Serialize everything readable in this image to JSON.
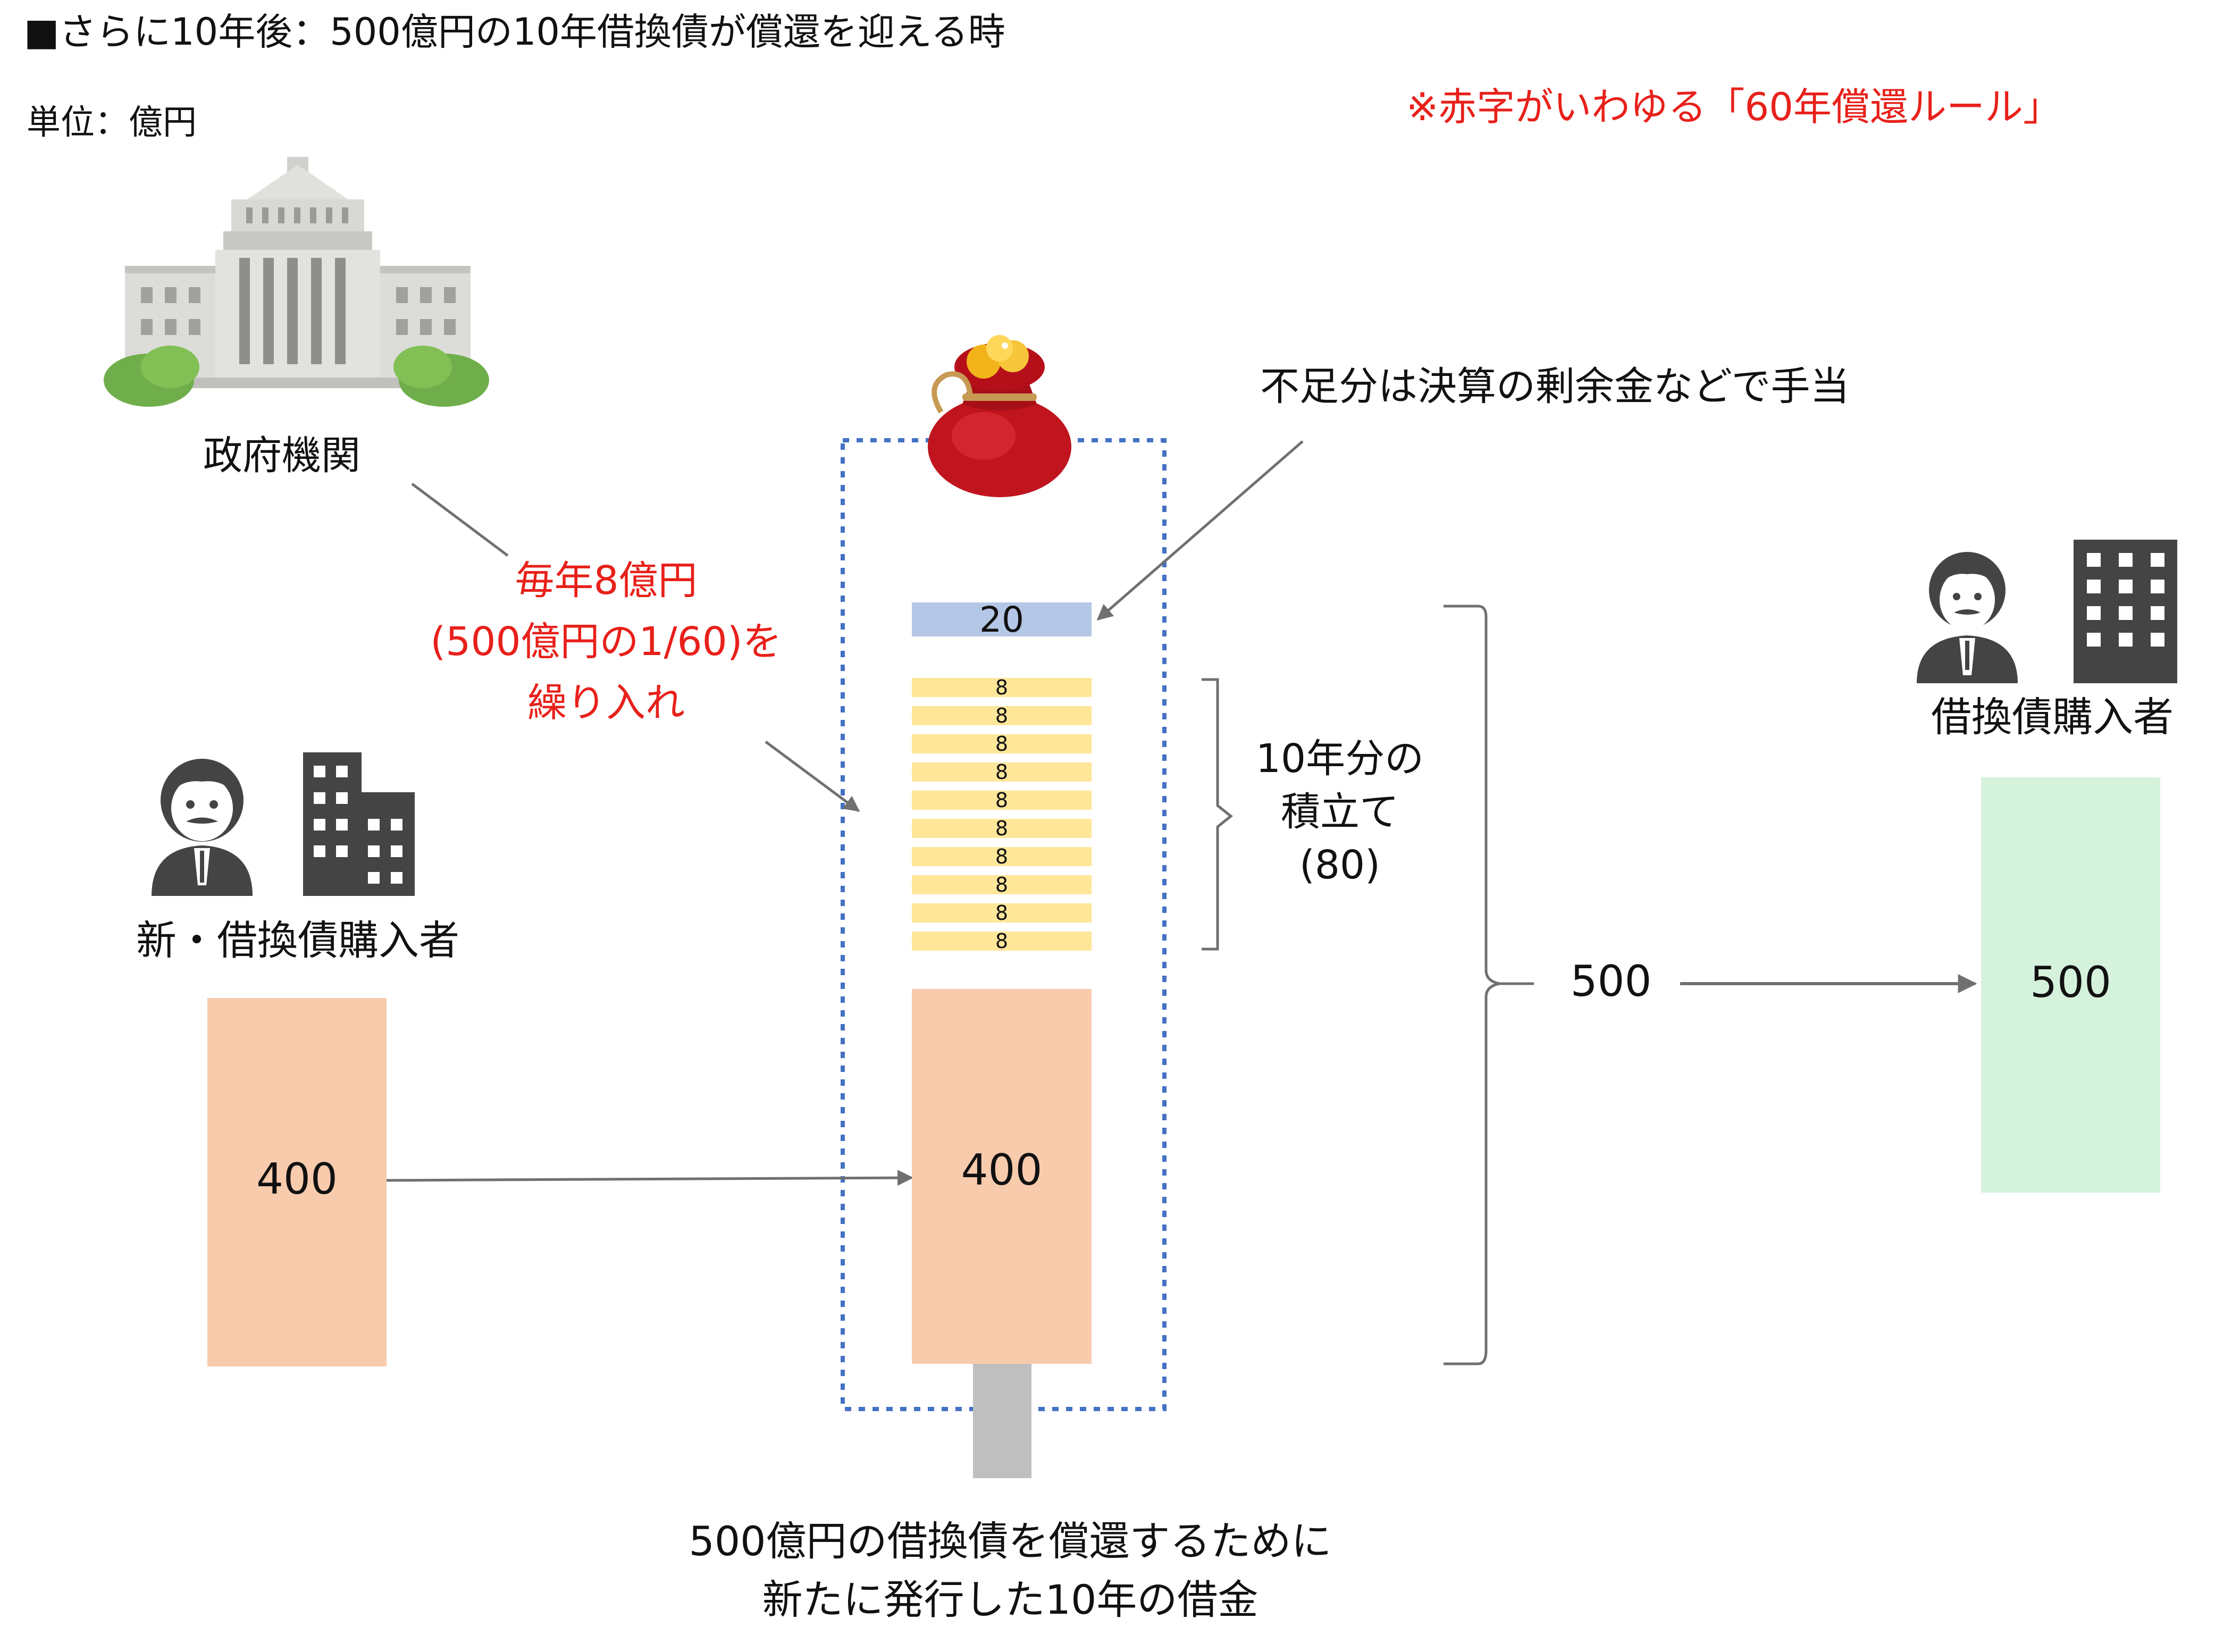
{
  "header": {
    "title": "■さらに10年後：500億円の10年借換債が償還を迎える時",
    "unit": "単位：億円",
    "note": "※赤字がいわゆる「60年償還ルール」"
  },
  "government": {
    "label": "政府機関",
    "icon": "government-building-icon"
  },
  "contribution": {
    "line1": "毎年8億円",
    "line2": "(500億円の1/60)を",
    "line3": "繰り入れ"
  },
  "shortfall_note": "不足分は決算の剰余金などで手当",
  "fund": {
    "icon": "money-bag-icon",
    "surplus_value": "20",
    "yearly_values": [
      "8",
      "8",
      "8",
      "8",
      "8",
      "8",
      "8",
      "8",
      "8",
      "8"
    ],
    "new_debt_value": "400"
  },
  "accumulation": {
    "line1": "10年分の",
    "line2": "積立て",
    "line3": "(80)"
  },
  "total": "500",
  "new_buyers": {
    "label": "新・借換債購入者",
    "value": "400"
  },
  "bond_buyers": {
    "label": "借換債購入者",
    "value": "500"
  },
  "bottom_note": {
    "line1": "500億円の借換債を償還するために",
    "line2": "新たに発行した10年の借金"
  },
  "colors": {
    "peach": "#f8cbad",
    "green": "#d5f2dc",
    "blue": "#b4c7e7",
    "yellow": "#ffe699",
    "red_text": "#e8201a",
    "dotted_border": "#4472c4",
    "arrow_gray": "#bfbfbf"
  }
}
